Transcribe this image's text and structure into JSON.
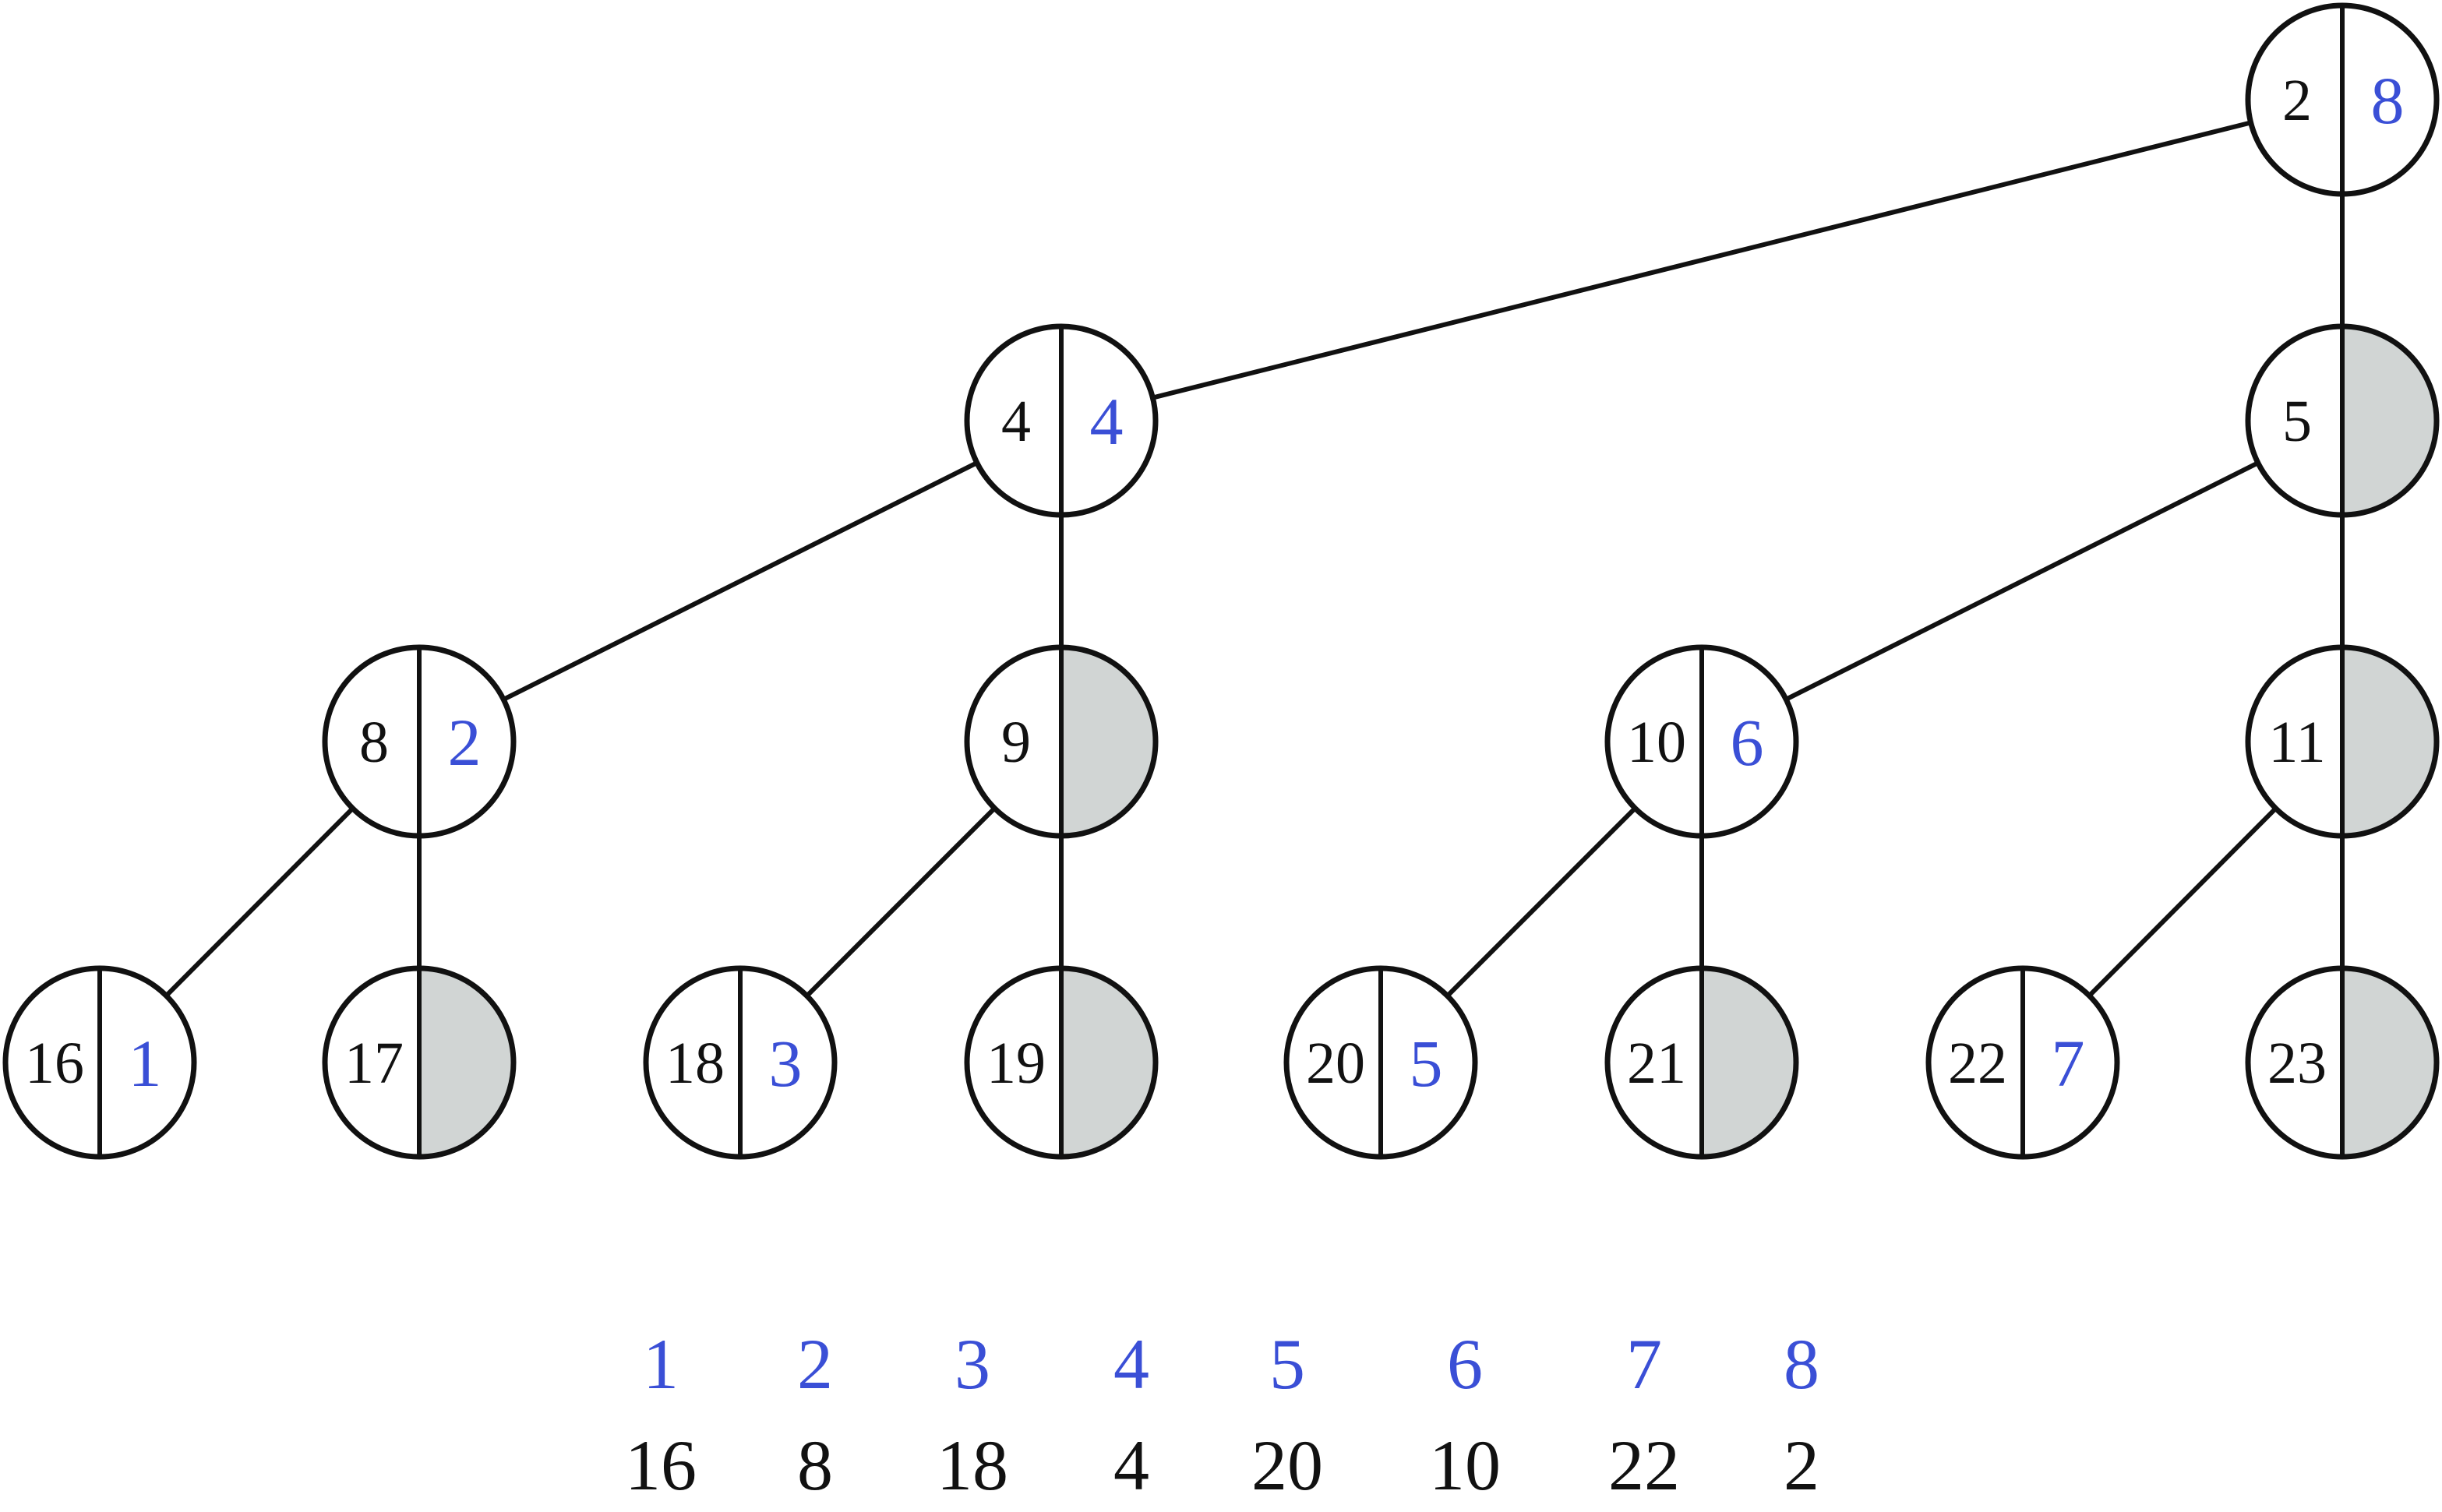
{
  "tree": {
    "edges": [
      [
        "2",
        "4"
      ],
      [
        "2",
        "5"
      ],
      [
        "4",
        "8"
      ],
      [
        "4",
        "9"
      ],
      [
        "5",
        "10"
      ],
      [
        "5",
        "11"
      ],
      [
        "8",
        "16"
      ],
      [
        "8",
        "17"
      ],
      [
        "9",
        "18"
      ],
      [
        "9",
        "19"
      ],
      [
        "10",
        "20"
      ],
      [
        "10",
        "21"
      ],
      [
        "11",
        "22"
      ],
      [
        "11",
        "23"
      ]
    ],
    "nodes": [
      {
        "id": "2",
        "label": "2",
        "rank": "8",
        "shaded": false
      },
      {
        "id": "4",
        "label": "4",
        "rank": "4",
        "shaded": false
      },
      {
        "id": "5",
        "label": "5",
        "rank": null,
        "shaded": true
      },
      {
        "id": "8",
        "label": "8",
        "rank": "2",
        "shaded": false
      },
      {
        "id": "9",
        "label": "9",
        "rank": null,
        "shaded": true
      },
      {
        "id": "10",
        "label": "10",
        "rank": "6",
        "shaded": false
      },
      {
        "id": "11",
        "label": "11",
        "rank": null,
        "shaded": true
      },
      {
        "id": "16",
        "label": "16",
        "rank": "1",
        "shaded": false
      },
      {
        "id": "17",
        "label": "17",
        "rank": null,
        "shaded": true
      },
      {
        "id": "18",
        "label": "18",
        "rank": "3",
        "shaded": false
      },
      {
        "id": "19",
        "label": "19",
        "rank": null,
        "shaded": true
      },
      {
        "id": "20",
        "label": "20",
        "rank": "5",
        "shaded": false
      },
      {
        "id": "21",
        "label": "21",
        "rank": null,
        "shaded": true
      },
      {
        "id": "22",
        "label": "22",
        "rank": "7",
        "shaded": false
      },
      {
        "id": "23",
        "label": "23",
        "rank": null,
        "shaded": true
      }
    ]
  },
  "table": {
    "top": [
      "1",
      "2",
      "3",
      "4",
      "5",
      "6",
      "7",
      "8"
    ],
    "bottom": [
      "16",
      "8",
      "18",
      "4",
      "20",
      "10",
      "22",
      "2"
    ]
  },
  "colors": {
    "rank": "#3a4fd6",
    "text": "#111111",
    "shade": "#d1d5d4"
  }
}
